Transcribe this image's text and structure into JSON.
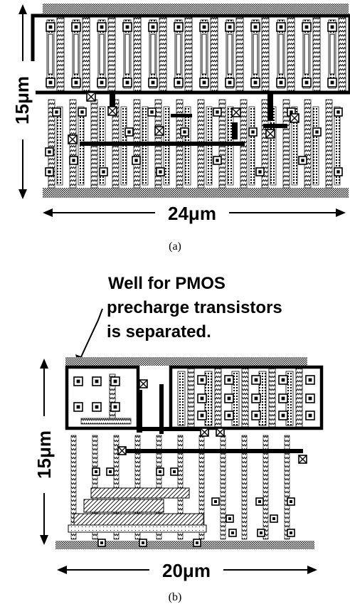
{
  "figure": {
    "panel_a": {
      "height_label": "15μm",
      "width_label": "24μm",
      "caption": "(a)"
    },
    "panel_b": {
      "annotation_lines": [
        "Well for PMOS",
        "precharge transistors",
        "is separated."
      ],
      "height_label": "15μm",
      "width_label": "20μm",
      "caption": "(b)"
    }
  }
}
